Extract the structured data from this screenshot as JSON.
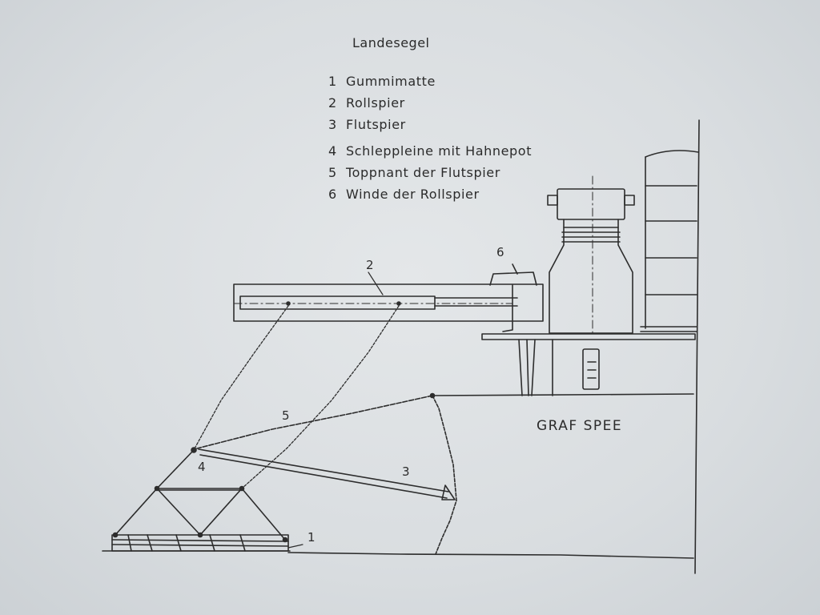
{
  "title": "Landesegel",
  "legend": [
    {
      "num": "1",
      "label": "Gummimatte"
    },
    {
      "num": "2",
      "label": "Rollspier"
    },
    {
      "num": "3",
      "label": "Flutspier"
    },
    {
      "num": "4",
      "label": "Schleppleine mit Hahnepot"
    },
    {
      "num": "5",
      "label": "Toppnant der Flutspier"
    },
    {
      "num": "6",
      "label": "Winde der Rollspier"
    }
  ],
  "hull_label": "GRAF SPEE",
  "callouts": {
    "c1": "1",
    "c2": "2",
    "c3": "3",
    "c4": "4",
    "c5": "5",
    "c6": "6"
  }
}
